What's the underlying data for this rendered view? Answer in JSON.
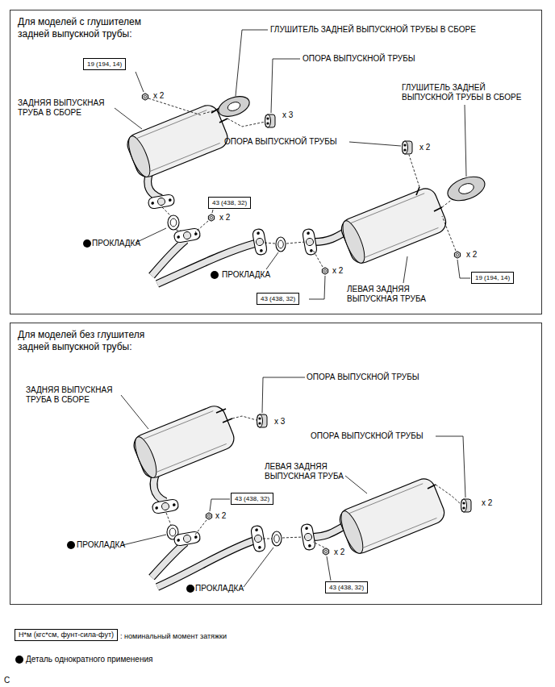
{
  "diagram": {
    "nodes": [
      {
        "text": [
          "Для моделей с глушителем задней выпускной трубы:"
        ]
      },
      {
        "text": [
          "19 (194, 14)"
        ],
        "in": 0
      },
      {
        "text": [
          "43 (438, 32)"
        ],
        "in": 0
      },
      {
        "text": [
          "43 (438, 32)"
        ],
        "in": 0
      },
      {
        "text": [
          "19 (194, 14)"
        ],
        "in": 0
      },
      {
        "text": [
          "Для моделей без глушителя задней выпускной трубы:"
        ]
      },
      {
        "text": [
          "43 (438, 32)"
        ],
        "in": 5
      },
      {
        "text": [
          "43 (438, 32)"
        ],
        "in": 5
      },
      {
        "text": [
          "Н*м (кгс*см, фунт-сила-фут)"
        ]
      }
    ],
    "labels": [
      "ГЛУШИТЕЛЬ ЗАДНЕЙ ВЫПУСКНОЙ ТРУБЫ В СБОРЕ",
      "ОПОРА ВЫПУСКНОЙ ТРУБЫ",
      "x 2",
      "ЗАДНЯЯ ВЫПУСКНАЯ ТРУБА В СБОРЕ",
      "x 3",
      "ГЛУШИТЕЛЬ ЗАДНЕЙ ВЫПУСКНОЙ ТРУБЫ В СБОРЕ",
      "ОПОРА ВЫПУСКНОЙ ТРУБЫ",
      "x 2",
      "x 2",
      "ПРОКЛАДКА",
      "ПРОКЛАДКА",
      "x 2",
      "x 2",
      "ЛЕВАЯ ЗАДНЯЯ ВЫПУСКНАЯ ТРУБА",
      "ЗАДНЯЯ ВЫПУСКНАЯ ТРУБА В СБОРЕ",
      "ОПОРА ВЫПУСКНОЙ ТРУБЫ",
      "x 3",
      "ОПОРА ВЫПУСКНОЙ ТРУБЫ",
      "ЛЕВАЯ ЗАДНЯЯ ВЫПУСКНАЯ ТРУБА",
      "x 2",
      "x 2",
      "ПРОКЛАДКА",
      "x 2",
      "ПРОКЛАДКА",
      "C"
    ],
    "legend": [
      {
        "text": ": номинальный момент затяжки"
      },
      {
        "text": "Деталь однократного применения"
      }
    ]
  }
}
